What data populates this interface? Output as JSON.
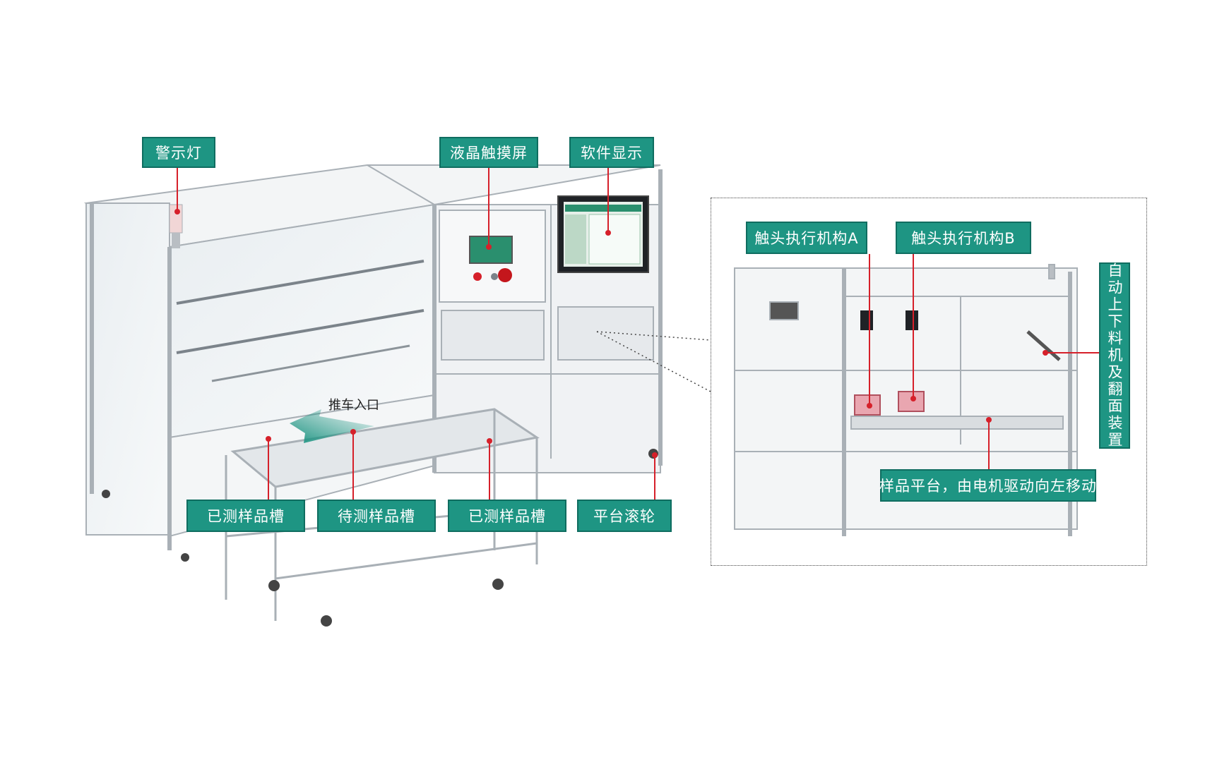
{
  "callouts": {
    "warning_light": "警示灯",
    "lcd_touchscreen": "液晶触摸屏",
    "software_display": "软件显示",
    "contact_actuator_a": "触头执行机构A",
    "contact_actuator_b": "触头执行机构B",
    "auto_loader_flipper": "自动上下料机及翻面装置",
    "sample_platform": "样品平台，由电机驱动向左移动",
    "tested_slot_left": "已测样品槽",
    "pending_slot": "待测样品槽",
    "tested_slot_right": "已测样品槽",
    "platform_casters": "平台滚轮"
  },
  "labels": {
    "cart_entry": "推车入口"
  },
  "colors": {
    "callout_fill": "#1e9583",
    "callout_border": "#0f6d60",
    "leader_line": "#d6202a",
    "frame": "#b9bec3",
    "panel": "#eef1f3",
    "cart_arrow": "#1e9583"
  },
  "icons": {
    "leader_dot": "red-dot",
    "cart_arrow": "teal-arrow"
  }
}
